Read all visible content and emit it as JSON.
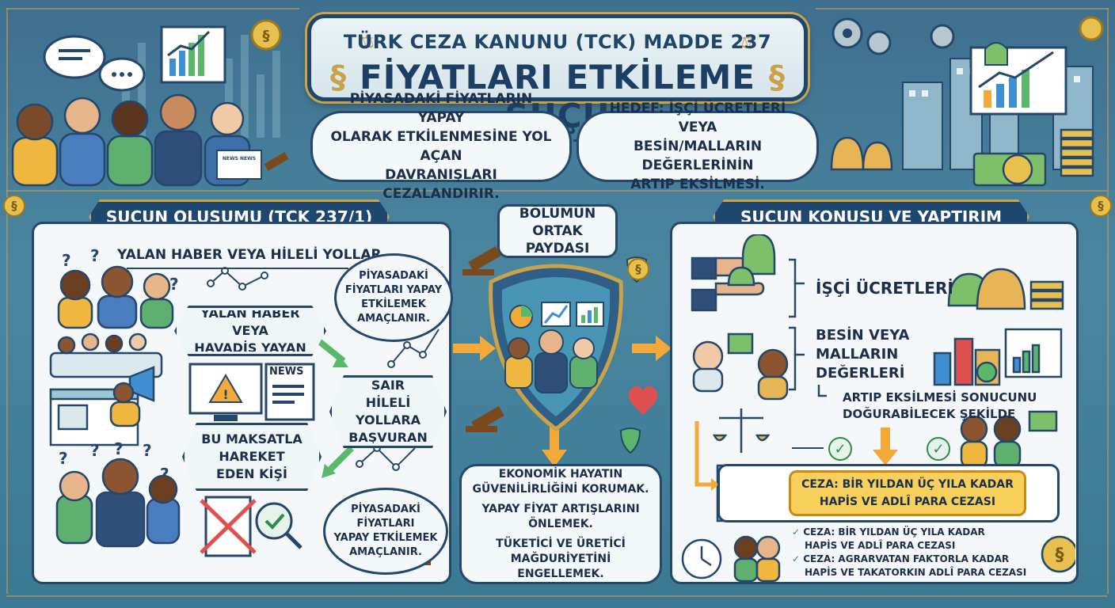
{
  "header": {
    "subtitle": "TÜRK CEZA KANUNU (TCK) MADDE 237",
    "title": "FİYATLARI ETKİLEME SUÇU",
    "para_symbol": "§",
    "scale_symbol": "⚖"
  },
  "intro_bubbles": {
    "left": [
      "PİYASADAKİ FİYATLARIN YAPAY",
      "OLARAK ETKİLENMESİNE YOL AÇAN",
      "DAVRANIŞLARI CEZALANDIRIR."
    ],
    "right": [
      "HEDEF: İŞÇİ ÜCRETLERİ VEYA",
      "BESİN/MALLARIN DEĞERLERİNİN",
      "ARTIP EKSİLMESİ."
    ]
  },
  "newspaper_label": "NEWS NEWS",
  "left_section": {
    "title": "SUÇUN OLUŞUMU (TCK 237/1)",
    "heading": "YALAN HABER VEYA HİLELİ YOLLAR",
    "bubble_top": [
      "PİYASADAKİ",
      "FİYATLARI YAPAY",
      "ETKİLEMEK",
      "AMAÇLANIR."
    ],
    "step1": [
      "YALAN HABER VEYA",
      "HAVADİS YAYAN"
    ],
    "news_label": "NEWS",
    "step2": [
      "SAİR HİLELİ",
      "YOLLARA",
      "BAŞVURAN"
    ],
    "step3": [
      "BU MAKSATLA",
      "HAREKET",
      "EDEN KİŞİ"
    ],
    "bubble_bottom": [
      "PİYASADAKİ",
      "FİYATLARI",
      "YAPAY ETKİLEMEK",
      "AMAÇLANIR."
    ]
  },
  "center": {
    "label": [
      "BÖLÜMÜN",
      "ORTAK PAYDASI"
    ],
    "goals": [
      [
        "EKONOMİK HAYATIN",
        "GÜVENİLİRLİĞİNİ KORUMAK."
      ],
      [
        "YAPAY FİYAT ARTIŞLARINI",
        "ÖNLEMEK."
      ],
      [
        "TÜKETİCİ VE ÜRETİCİ",
        "MAĞDURİYETİNİ ENGELLEMEK."
      ]
    ]
  },
  "right_section": {
    "title": "SUÇUN KONUSU VE YAPTIRIM",
    "item1": "İŞÇİ ÜCRETLERİ",
    "item2": [
      "BESİN VEYA",
      "MALLARIN",
      "DEĞERLERİ"
    ],
    "result": [
      "ARTIP EKSİLMESİ SONUCUNU",
      "DOĞURABİLECEK ŞEKİLDE"
    ],
    "penalty_box": [
      "CEZA: BİR YILDAN ÜÇ YILA KADAR",
      "HAPİS VE ADLÎ PARA CEZASI"
    ],
    "notes": [
      [
        "CEZA: BİR YILDAN ÜÇ YILA KADAR",
        "HAPİS VE ADLÎ PARA CEZASI"
      ],
      [
        "CEZA: AGRARVATAN FAKTORLA KADAR",
        "HAPİS VE TAKATORKIN ADLÎ PARA CEZASI"
      ]
    ]
  },
  "colors": {
    "navy": "#1f4870",
    "gold": "#c9a24a",
    "orange": "#f2a93a",
    "green": "#2f8a4c",
    "panel": "#f4f8fa"
  }
}
